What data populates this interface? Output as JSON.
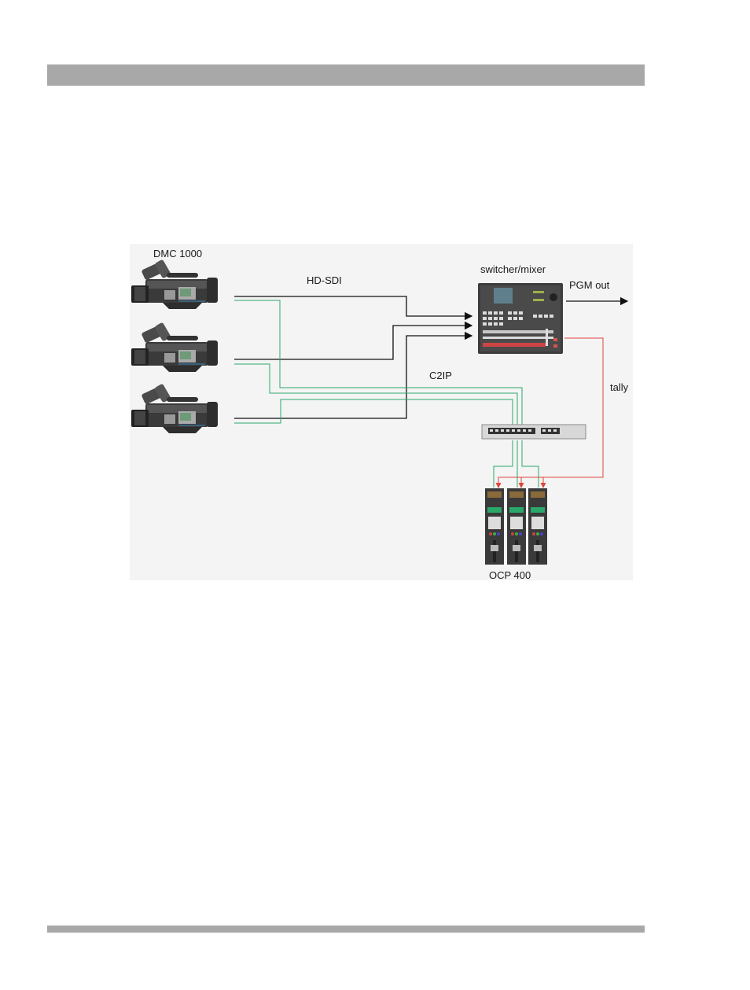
{
  "diagram": {
    "camera_label": "DMC 1000",
    "video_link_label": "HD-SDI",
    "switcher_label": "switcher/mixer",
    "output_label": "PGM out",
    "network_label": "C2IP",
    "tally_label": "tally",
    "panel_label": "OCP 400"
  },
  "colors": {
    "hd_sdi_line": "#111111",
    "c2ip_line": "#2aa86a",
    "tally_line": "#e0453a",
    "header_bar": "#a8a8a8"
  }
}
